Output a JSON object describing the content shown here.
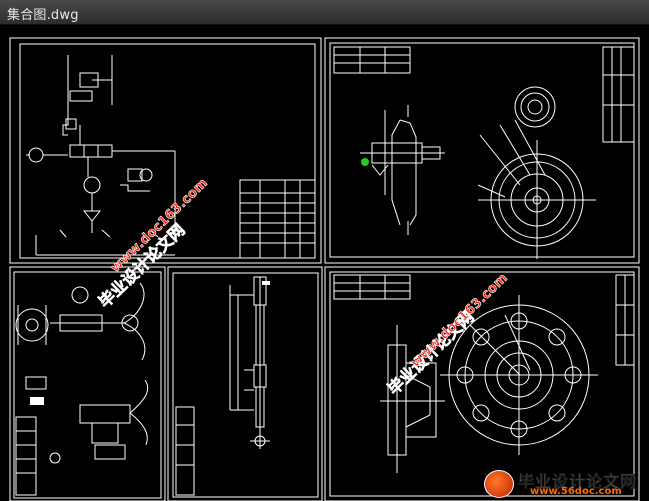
{
  "window": {
    "title": "集合图.dwg"
  },
  "watermarks": [
    {
      "line": "毕业设计论文网"
    },
    {
      "line": "www.doc163.com"
    },
    {
      "line": "毕业设计论文网"
    },
    {
      "line": "www.doc163.com"
    }
  ],
  "logo": {
    "name": "毕业设计论文网",
    "url": "www.56doc.com"
  },
  "colors": {
    "background": "#000000",
    "lines": "#ffffff",
    "watermark": "#ff2a1a",
    "accent": "#22cc22"
  }
}
